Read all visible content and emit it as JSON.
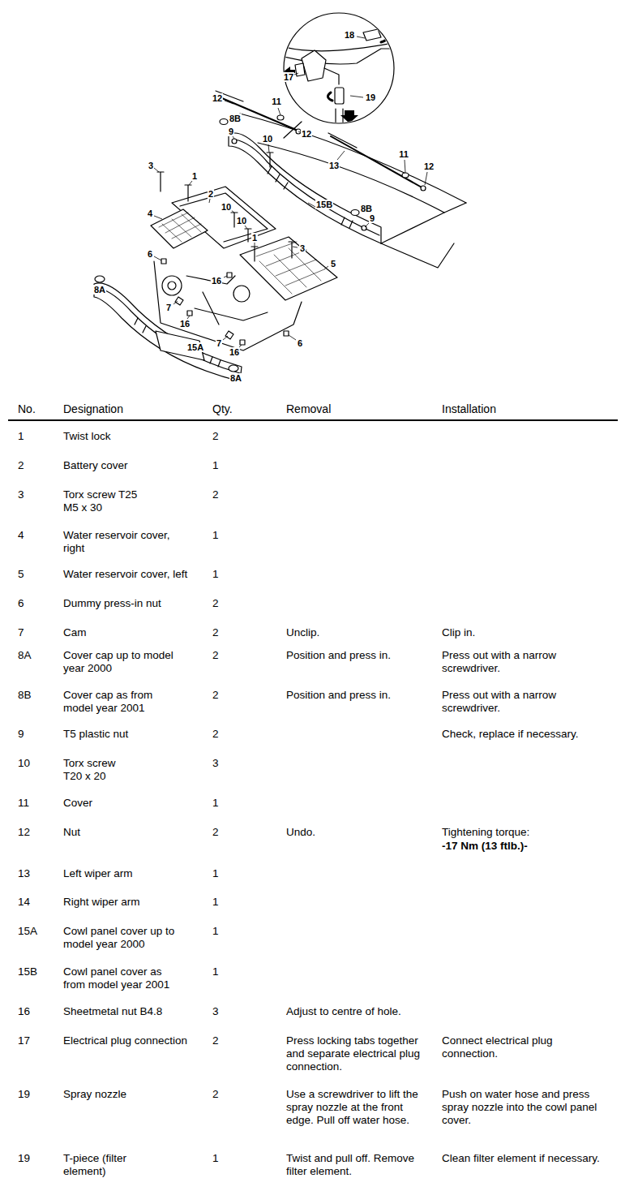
{
  "diagram": {
    "labels": [
      "18",
      "17",
      "19",
      "12",
      "11",
      "8B",
      "9",
      "12",
      "10",
      "13",
      "11",
      "12",
      "3",
      "1",
      "2",
      "10",
      "15B",
      "10",
      "8B",
      "9",
      "4",
      "1",
      "3",
      "5",
      "6",
      "16",
      "8A",
      "7",
      "16",
      "7",
      "16",
      "6",
      "15A",
      "8A",
      "No.",
      "Designation",
      "Qty.",
      "Removal",
      "Installation",
      "1",
      "Twist lock",
      "2",
      "2",
      "Battery cover",
      "1",
      "3",
      "Torx screw T25 M5 x 30",
      "2",
      "4",
      "Water reservoir cover, right",
      "1",
      "5",
      "Water reservoir cover, left",
      "1",
      "6",
      "Dummy press-in nut",
      "2",
      "7",
      "Cam",
      "2",
      "Unclip.",
      "Clip in.",
      "8A",
      "Cover cap up to model year 2000",
      "2",
      "Position and press in.",
      "Press out with a narrow screwdriver.",
      "8B",
      "Cover cap as from model year 2001",
      "2",
      "Position and press in.",
      "Press out with a narrow screwdriver.",
      "9",
      "T5 plastic nut",
      "2",
      "Check, replace if necessary.",
      "10",
      "Torx screw T20 x 20",
      "3",
      "11",
      "Cover",
      "1",
      "12",
      "Nut",
      "2",
      "Undo.",
      "Tightening torque:",
      "-17 Nm (13 ftlb.)-",
      "13",
      "Left wiper arm",
      "1",
      "14",
      "Right wiper arm",
      "1",
      "15A",
      "Cowl panel cover up to model year 2000",
      "1",
      "15B",
      "Cowl panel cover as from model year 2001",
      "1",
      "16",
      "Sheetmetal nut B4.8",
      "3",
      "Adjust to centre of hole.",
      "17",
      "Electrical plug connection",
      "2",
      "Press locking tabs together and separate electrical plug connection.",
      "Connect electrical plug connection.",
      "19",
      "Spray nozzle",
      "2",
      "Use a screwdriver to lift the spray nozzle at the front edge. Pull off water hose.",
      "Push on water hose and press spray nozzle into the cowl panel cover.",
      "19",
      "T-piece (filter element)",
      "1",
      "Twist and pull off. Remove filter element.",
      "Clean filter element if necessary."
    ]
  }
}
